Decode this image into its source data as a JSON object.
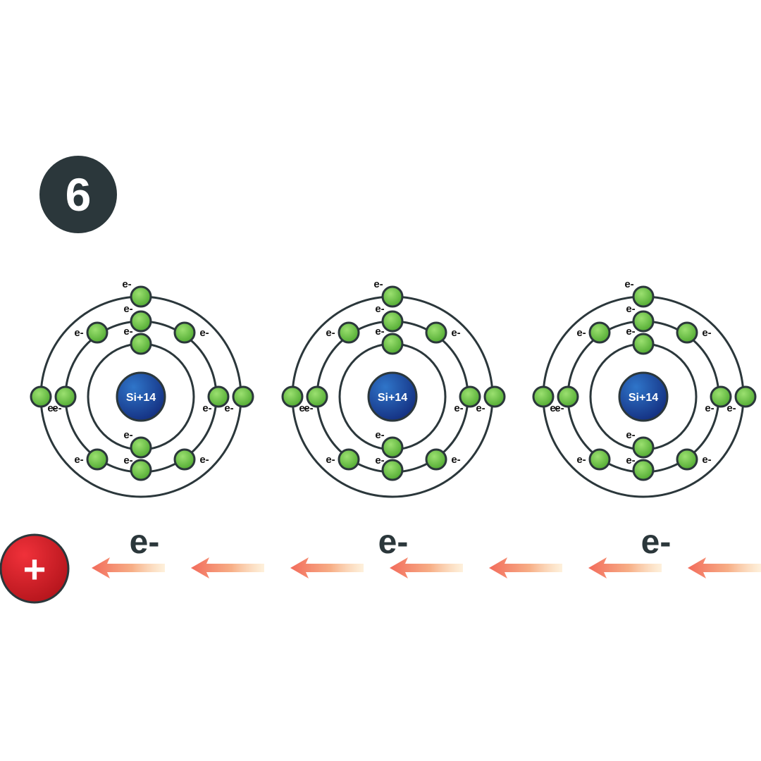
{
  "step": {
    "number": "6"
  },
  "atoms": [
    {
      "nucleus_label": "Si+14",
      "electron_label": "e-"
    },
    {
      "nucleus_label": "Si+14",
      "electron_label": "e-"
    },
    {
      "nucleus_label": "Si+14",
      "electron_label": "e-"
    }
  ],
  "flow": {
    "electron_labels": [
      "e-",
      "e-",
      "e-"
    ],
    "arrow_count": 7,
    "direction": "left"
  },
  "positive_terminal": {
    "symbol": "+"
  },
  "colors": {
    "badge": "#2b373b",
    "orbit": "#2b373b",
    "electron_fill": "#6fc24a",
    "electron_stroke": "#2b373b",
    "nucleus": "#1b4fa3",
    "terminal": "#e0222a",
    "arrow_start": "#f26b5b",
    "arrow_end": "#fde2b8"
  }
}
